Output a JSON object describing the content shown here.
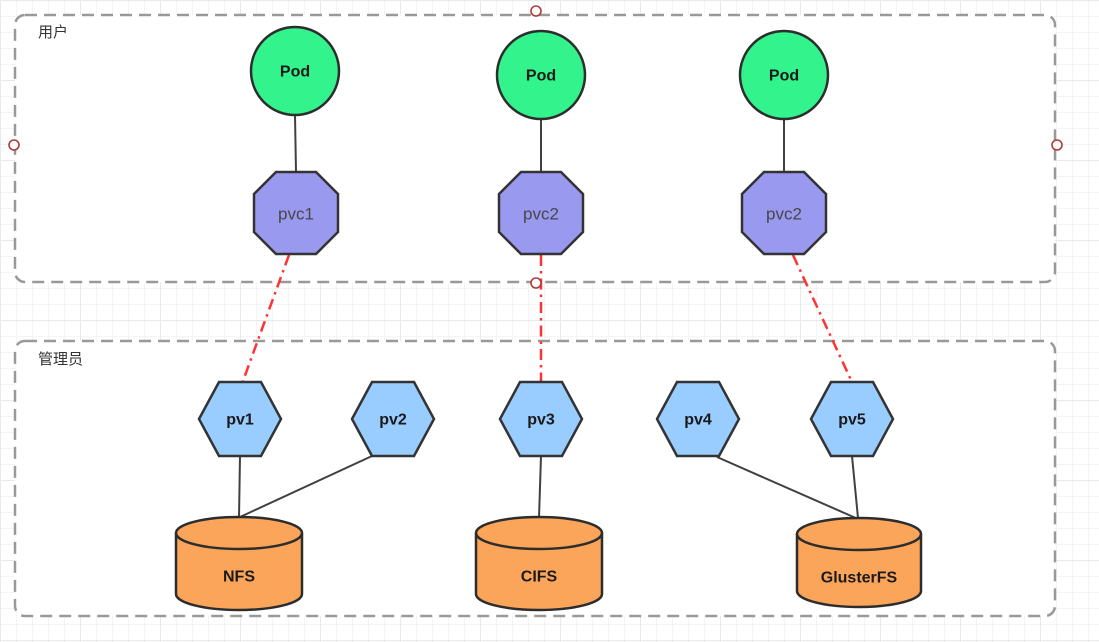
{
  "groups": [
    {
      "id": "users",
      "label": "用户"
    },
    {
      "id": "admins",
      "label": "管理员"
    }
  ],
  "nodes": {
    "pods": [
      {
        "label": "Pod"
      },
      {
        "label": "Pod"
      },
      {
        "label": "Pod"
      }
    ],
    "pvcs": [
      {
        "label": "pvc1"
      },
      {
        "label": "pvc2"
      },
      {
        "label": "pvc2"
      }
    ],
    "pvs": [
      {
        "label": "pv1"
      },
      {
        "label": "pv2"
      },
      {
        "label": "pv3"
      },
      {
        "label": "pv4"
      },
      {
        "label": "pv5"
      }
    ],
    "storage": [
      {
        "label": "NFS"
      },
      {
        "label": "CIFS"
      },
      {
        "label": "GlusterFS"
      }
    ]
  },
  "edges": [
    {
      "from": "pod-1",
      "to": "pvc1",
      "style": "solid"
    },
    {
      "from": "pod-2",
      "to": "pvc2",
      "style": "solid"
    },
    {
      "from": "pod-3",
      "to": "pvc2",
      "style": "solid"
    },
    {
      "from": "pvc1",
      "to": "pv1",
      "style": "red-dashdot"
    },
    {
      "from": "pvc2",
      "to": "pv3",
      "style": "red-dashdot"
    },
    {
      "from": "pvc2",
      "to": "pv5",
      "style": "red-dashdot"
    },
    {
      "from": "pv1",
      "to": "NFS",
      "style": "solid"
    },
    {
      "from": "pv2",
      "to": "NFS",
      "style": "solid"
    },
    {
      "from": "pv3",
      "to": "CIFS",
      "style": "solid"
    },
    {
      "from": "pv4",
      "to": "GlusterFS",
      "style": "solid"
    },
    {
      "from": "pv5",
      "to": "GlusterFS",
      "style": "solid"
    }
  ],
  "colors": {
    "pod_fill": "#33F38C",
    "pvc_fill": "#9999F0",
    "pv_fill": "#99CCFF",
    "storage_fill": "#FBA55B",
    "box_fill": "#FFFFFF",
    "box_border": "#999999",
    "edge_solid": "#404040",
    "edge_red": "#FF3333",
    "anchor_stroke": "#AE3B3B"
  }
}
